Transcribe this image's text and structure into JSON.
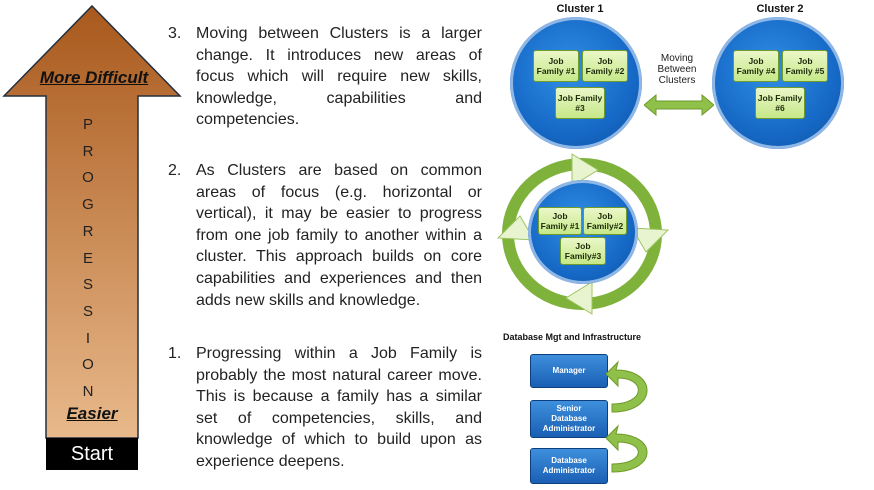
{
  "progression": {
    "more_difficult": "More Difficult",
    "easier": "Easier",
    "start": "Start",
    "letters": [
      "P",
      "R",
      "O",
      "G",
      "R",
      "E",
      "S",
      "S",
      "I",
      "O",
      "N"
    ]
  },
  "paragraphs": [
    {
      "num": "3.",
      "text": "Moving between Clusters is a larger change.  It introduces new areas of focus which will require new skills, knowledge, capabilities and competencies."
    },
    {
      "num": "2.",
      "text": "As Clusters are based on common areas of focus (e.g. horizontal or vertical), it may be easier to progress from one job family to another within a cluster.  This approach builds on core capabilities and experiences and then adds new skills and knowledge."
    },
    {
      "num": "1.",
      "text": "Progressing within a Job Family is probably the most natural career move.  This is because a family has a similar set of competencies, skills, and knowledge of which to build upon as experience deepens."
    }
  ],
  "clusters": {
    "cluster1": {
      "title": "Cluster 1",
      "families": [
        "Job\nFamily #1",
        "Job\nFamily #2",
        "Job Family\n#3"
      ]
    },
    "cluster2": {
      "title": "Cluster 2",
      "families": [
        "Job\nFamily #4",
        "Job\nFamily #5",
        "Job Family\n#6"
      ]
    },
    "moving_label": "Moving\nBetween\nClusters"
  },
  "cycle": {
    "families": [
      "Job\nFamily #1",
      "Job\nFamily#2",
      "Job\nFamily#3"
    ]
  },
  "ladder": {
    "title": "Database Mgt  and Infrastructure",
    "roles": [
      "Manager",
      "Senior\nDatabase\nAdministrator",
      "Database\nAdministrator"
    ]
  },
  "colors": {
    "arrow_top": "#a9591c",
    "arrow_bottom": "#e6b585",
    "circle": "#1669c6",
    "green": "#8fc04a"
  }
}
